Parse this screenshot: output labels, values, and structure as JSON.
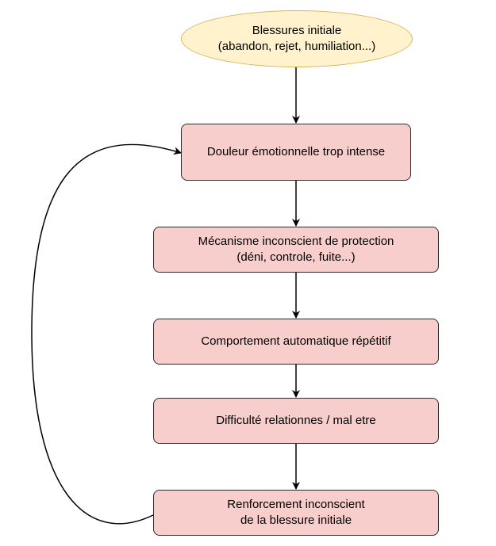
{
  "nodes": {
    "initial": {
      "line1": "Blessures initiale",
      "line2": "(abandon, rejet, humiliation...)"
    },
    "douleur": {
      "line1": "Douleur émotionnelle trop intense"
    },
    "mecanisme": {
      "line1": "Mécanisme inconscient de protection",
      "line2": "(déni, controle, fuite...)"
    },
    "comportement": {
      "line1": "Comportement automatique répétitif"
    },
    "difficulte": {
      "line1": "Difficulté relationnes / mal etre"
    },
    "renforcement": {
      "line1": "Renforcement inconscient",
      "line2": "de la blessure initiale"
    }
  },
  "colors": {
    "start_fill": "#fff2cc",
    "start_stroke": "#d6b656",
    "step_fill": "#f8cecc",
    "step_stroke": "#2b2b2b",
    "edge": "#000000"
  }
}
